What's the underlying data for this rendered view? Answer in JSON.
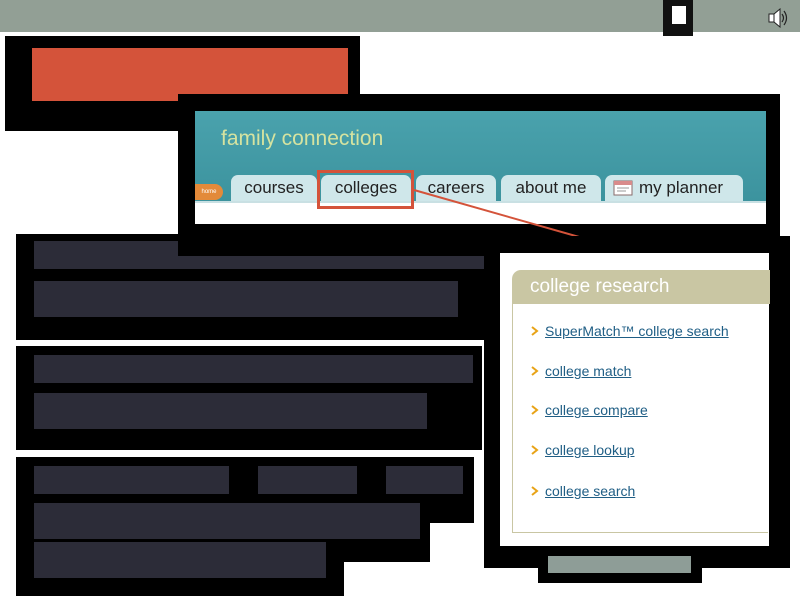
{
  "window": {
    "stop_icon": "stop-square-icon",
    "speaker_icon": "speaker-icon"
  },
  "family_connection": {
    "title": "family connection",
    "home_label": "home",
    "tabs": [
      {
        "label": "courses"
      },
      {
        "label": "colleges"
      },
      {
        "label": "careers"
      },
      {
        "label": "about me"
      },
      {
        "label": "my planner",
        "icon": "planner-icon"
      }
    ]
  },
  "college_research": {
    "title": "college research",
    "links": [
      {
        "label": "SuperMatch™ college search"
      },
      {
        "label": "college match"
      },
      {
        "label": "college compare"
      },
      {
        "label": "college lookup"
      },
      {
        "label": "college search"
      }
    ]
  },
  "colors": {
    "accent_red": "#d4533a",
    "teal": "#3c939e",
    "tab": "#cfe7ea",
    "link": "#1f5e85",
    "chevron": "#e8a317",
    "panel_header": "#c9c6a3"
  }
}
